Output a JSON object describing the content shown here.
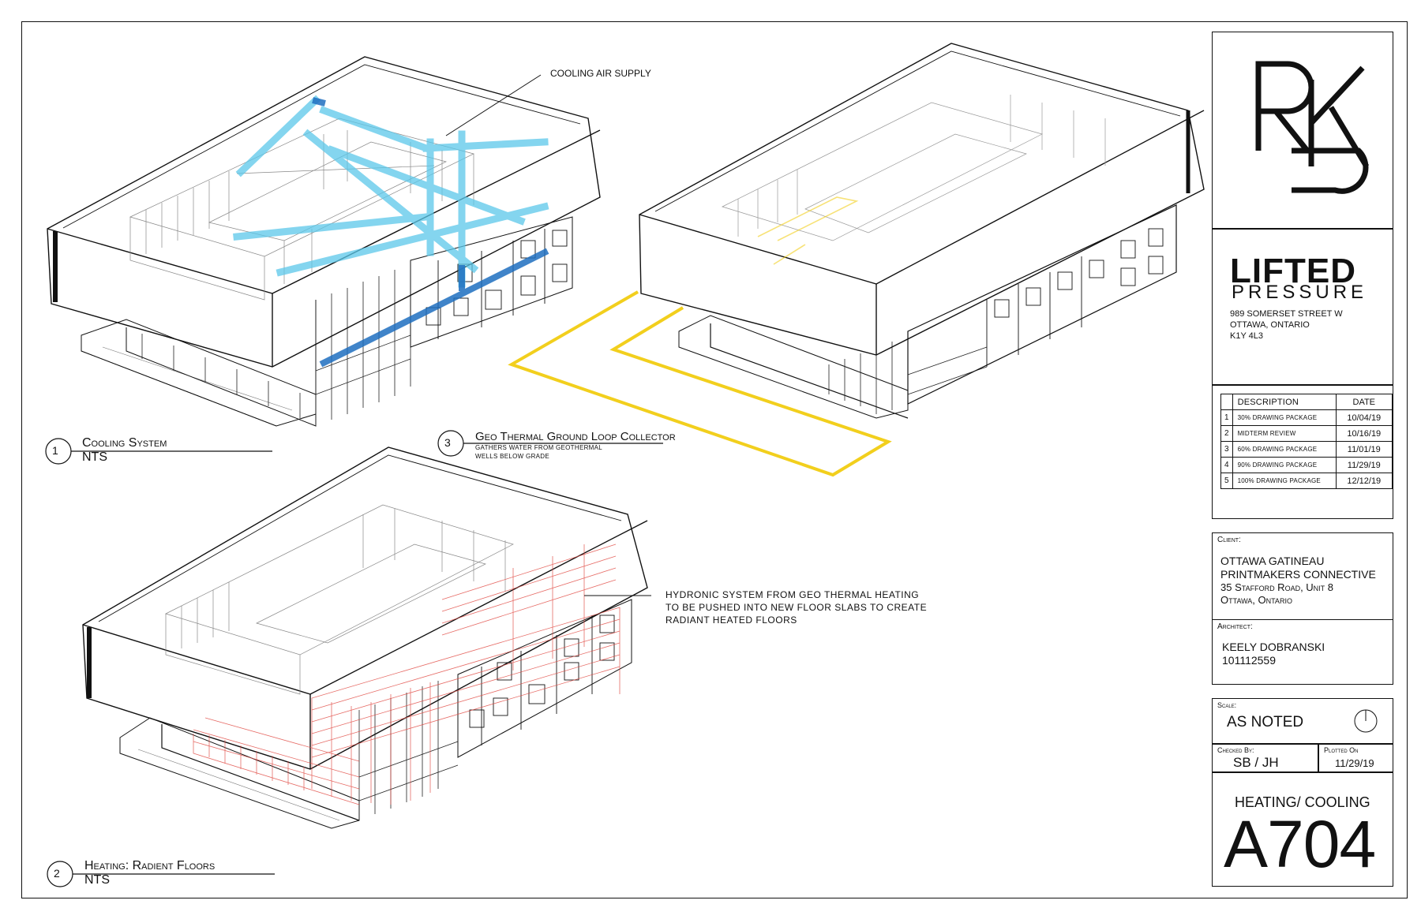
{
  "views": [
    {
      "number": "1",
      "title": "Cooling System",
      "scale": "NTS"
    },
    {
      "number": "2",
      "title": "Heating: Radient Floors",
      "scale": "NTS"
    },
    {
      "number": "3",
      "title": "Geo Thermal Ground Loop Collector",
      "subtitle_line1": "GATHERS WATER FROM GEOTHERMAL",
      "subtitle_line2": "WELLS BELOW GRADE"
    }
  ],
  "annotations": {
    "cooling_air_supply": "COOLING AIR SUPPLY",
    "hydronic_line1": "HYDRONIC SYSTEM FROM GEO THERMAL HEATING",
    "hydronic_line2": "TO BE PUSHED INTO NEW FLOOR SLABS TO CREATE",
    "hydronic_line3": "RADIANT HEATED FLOORS"
  },
  "colors": {
    "cooling": "#5bc8ea",
    "cooling_dark": "#1e6fc0",
    "geothermal": "#f2cf1d",
    "heating": "#e0463f",
    "line": "#111111"
  },
  "title_block": {
    "logo": "RK monogram",
    "firm_name": "LIFTED",
    "firm_sub": "PRESSURE",
    "address_line1": "989 SOMERSET STREET W",
    "address_line2": "OTTAWA, ONTARIO",
    "address_line3": "K1Y 4L3",
    "revision_headers": {
      "description": "DESCRIPTION",
      "date": "DATE"
    },
    "revisions": [
      {
        "no": "1",
        "description": "30% DRAWING PACKAGE",
        "date": "10/04/19"
      },
      {
        "no": "2",
        "description": "MIDTERM REVIEW",
        "date": "10/16/19"
      },
      {
        "no": "3",
        "description": "60% DRAWING PACKAGE",
        "date": "11/01/19"
      },
      {
        "no": "4",
        "description": "90% DRAWING PACKAGE",
        "date": "11/29/19"
      },
      {
        "no": "5",
        "description": "100% DRAWING PACKAGE",
        "date": "12/12/19"
      }
    ],
    "client_label": "Client:",
    "client_line1": "OTTAWA GATINEAU",
    "client_line2": "PRINTMAKERS CONNECTIVE",
    "client_line3": "35 Stafford Road, Unit 8",
    "client_line4": "Ottawa, Ontario",
    "architect_label": "Architect:",
    "architect_name": "KEELY DOBRANSKI",
    "architect_id": "101112559",
    "scale_label": "Scale:",
    "scale_value": "AS NOTED",
    "checked_label": "Checked By:",
    "checked_value": "SB / JH",
    "plotted_label": "Plotted On",
    "plotted_value": "11/29/19",
    "sheet_title": "HEATING/ COOLING",
    "sheet_number": "A704"
  }
}
